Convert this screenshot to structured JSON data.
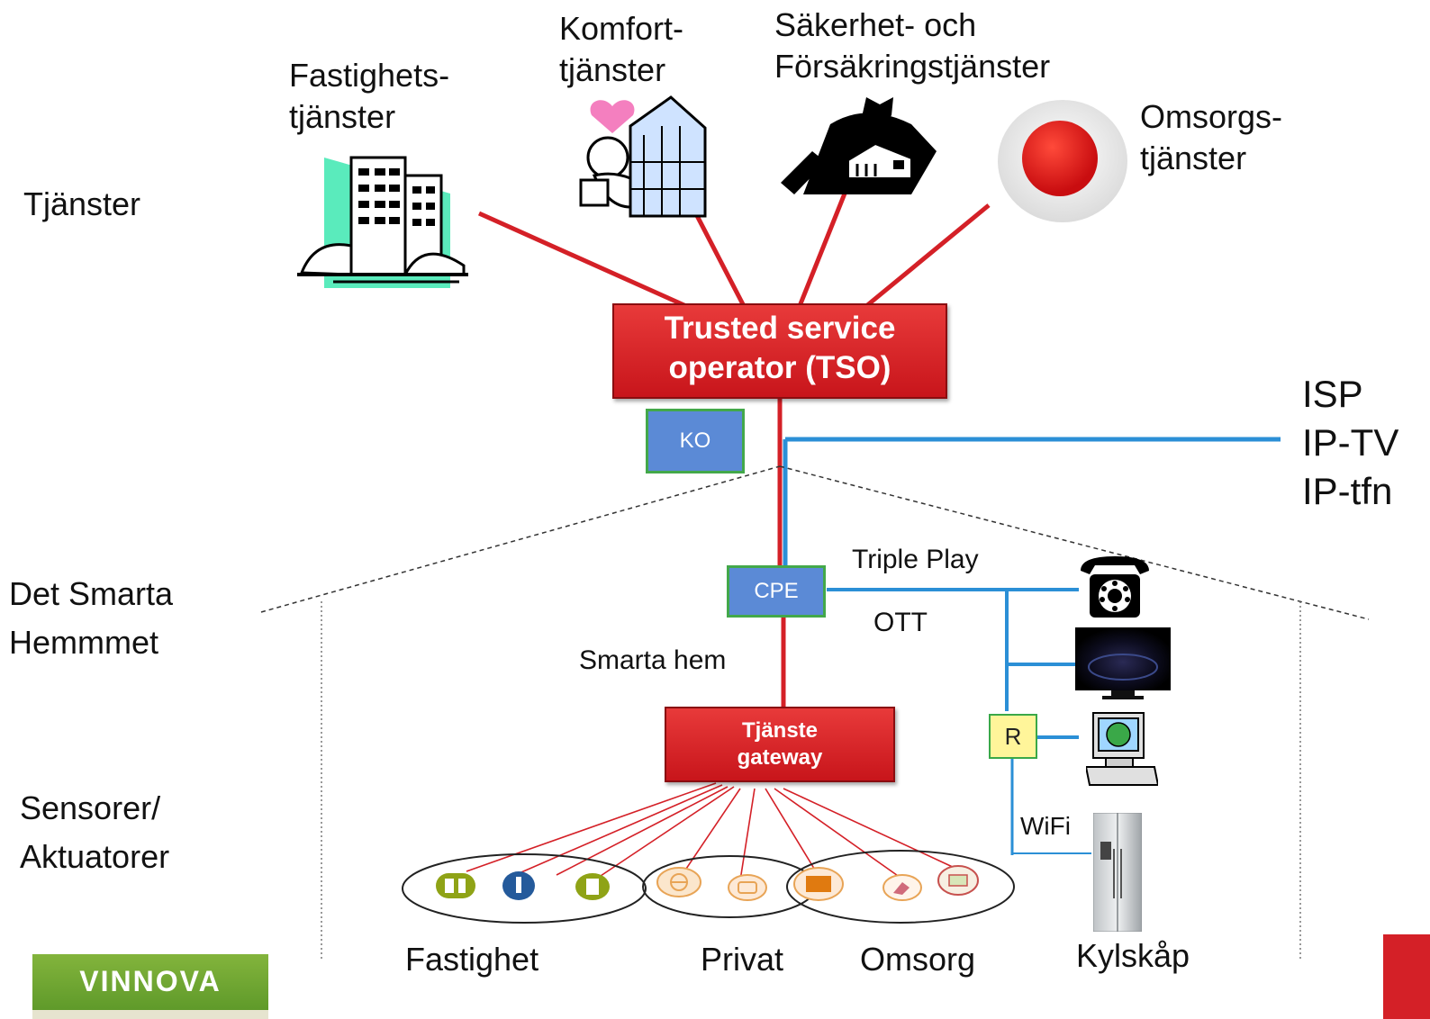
{
  "services": {
    "side_label": "Tjänster",
    "fastighet": [
      "Fastighets-",
      "tjänster"
    ],
    "komfort": [
      "Komfort-",
      "tjänster"
    ],
    "sakerhet": [
      "Säkerhet- och",
      "Försäkringstjänster"
    ],
    "omsorg": [
      "Omsorgs-",
      "tjänster"
    ]
  },
  "tso": {
    "line1": "Trusted service",
    "line2": "operator (TSO)"
  },
  "ko": "KO",
  "isp": [
    "ISP",
    "IP-TV",
    "IP-tfn"
  ],
  "home": {
    "side_label": [
      "Det Smarta",
      "Hemmmet"
    ],
    "cpe": "CPE",
    "triple_play": "Triple Play",
    "ott": "OTT",
    "smarta_hem": "Smarta hem",
    "gateway": [
      "Tjänste",
      "gateway"
    ],
    "router": "R",
    "wifi": "WiFi"
  },
  "sensors": {
    "side_label": [
      "Sensorer/",
      "Aktuatorer"
    ],
    "groups": [
      "Fastighet",
      "Privat",
      "Omsorg",
      "Kylskåp"
    ]
  },
  "logo": "VINNOVA",
  "colors": {
    "red_line": "#d42027",
    "blue_line": "#2b8fd6",
    "box_red": "#d42027",
    "box_blue": "#5b8ad6"
  }
}
